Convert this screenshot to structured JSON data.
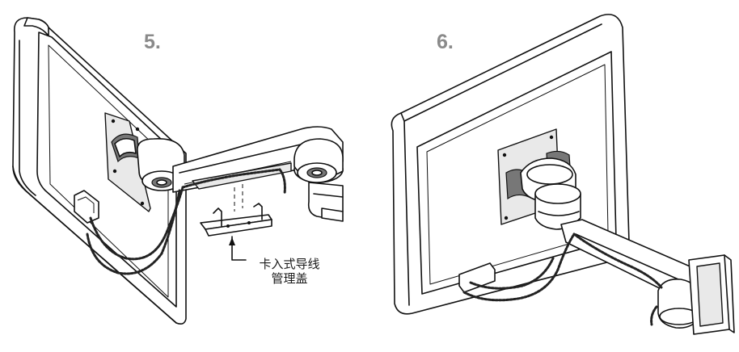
{
  "steps": {
    "left": {
      "number": "5."
    },
    "right": {
      "number": "6."
    }
  },
  "callout": {
    "line1": "卡入式导线",
    "line2": "管理盖"
  }
}
